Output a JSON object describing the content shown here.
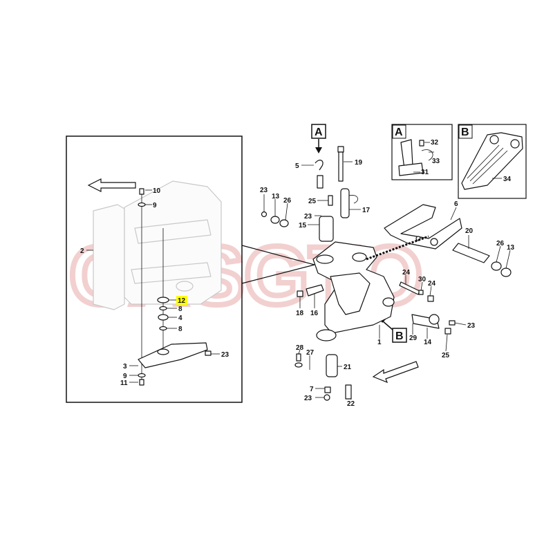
{
  "watermark": "CASGTO",
  "detail_box": {
    "highlight_color": "#ffff00",
    "labels": {
      "p10": "10",
      "p9a": "9",
      "p2": "2",
      "p12": "12",
      "p8a": "8",
      "p4": "4",
      "p8b": "8",
      "p23": "23",
      "p3": "3",
      "p9b": "9",
      "p11": "11"
    }
  },
  "main": {
    "labels": {
      "p5": "5",
      "p19": "19",
      "p23a": "23",
      "p13a": "13",
      "p26a": "26",
      "p25a": "25",
      "p17": "17",
      "p23b": "23",
      "p15": "15",
      "p6": "6",
      "p20": "20",
      "p26b": "26",
      "p13b": "13",
      "p24a": "24",
      "p30": "30",
      "p24b": "24",
      "p18": "18",
      "p16": "16",
      "p29": "29",
      "p14": "14",
      "p23c": "23",
      "p1": "1",
      "p25b": "25",
      "p28": "28",
      "p27": "27",
      "p21": "21",
      "p7": "7",
      "p23d": "23",
      "p22": "22"
    }
  },
  "views": {
    "a_label": "A",
    "b_label": "B",
    "a_inset_label": "A",
    "b_inset_label": "B",
    "b_callout_label": "B"
  },
  "inset_a": {
    "labels": {
      "p32": "32",
      "p33": "33",
      "p31": "31"
    }
  },
  "inset_b": {
    "labels": {
      "p34": "34"
    }
  }
}
